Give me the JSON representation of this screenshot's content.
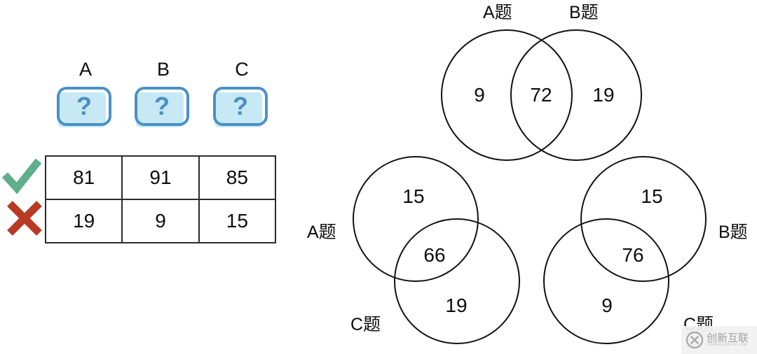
{
  "left_panel": {
    "column_headers": [
      "A",
      "B",
      "C"
    ],
    "placeholder_boxes": [
      {
        "name": "A",
        "glyph": "?"
      },
      {
        "name": "B",
        "glyph": "?"
      },
      {
        "name": "C",
        "glyph": "?"
      }
    ],
    "row_icons": {
      "correct": "check-mark",
      "incorrect": "cross-mark"
    },
    "table": {
      "rows": [
        {
          "icon": "check-mark",
          "cells": [
            "81",
            "91",
            "85"
          ]
        },
        {
          "icon": "cross-mark",
          "cells": [
            "19",
            "9",
            "15"
          ]
        }
      ]
    }
  },
  "venn_diagrams": [
    {
      "id": "ab",
      "labels": {
        "left": "A题",
        "right": "B题"
      },
      "values": {
        "left_only": "9",
        "intersection": "72",
        "right_only": "19"
      }
    },
    {
      "id": "ac",
      "labels": {
        "first": "A题",
        "second": "C题"
      },
      "values": {
        "first_only": "15",
        "intersection": "66",
        "second_only": "19"
      }
    },
    {
      "id": "bc",
      "labels": {
        "first": "B题",
        "second": "C题"
      },
      "values": {
        "first_only": "15",
        "intersection": "76",
        "second_only": "9"
      }
    }
  ],
  "watermark": {
    "main": "创新互联",
    "sub": "CHUANG XIN HU LIAN"
  },
  "colors": {
    "box_border": "#4b90c6",
    "box_fill": "#c7e9f6",
    "question_mark": "#4b8fc3",
    "check": "#5fae8c",
    "cross": "#b83a25",
    "stroke": "#111111",
    "table_border": "#2b2b2b"
  }
}
